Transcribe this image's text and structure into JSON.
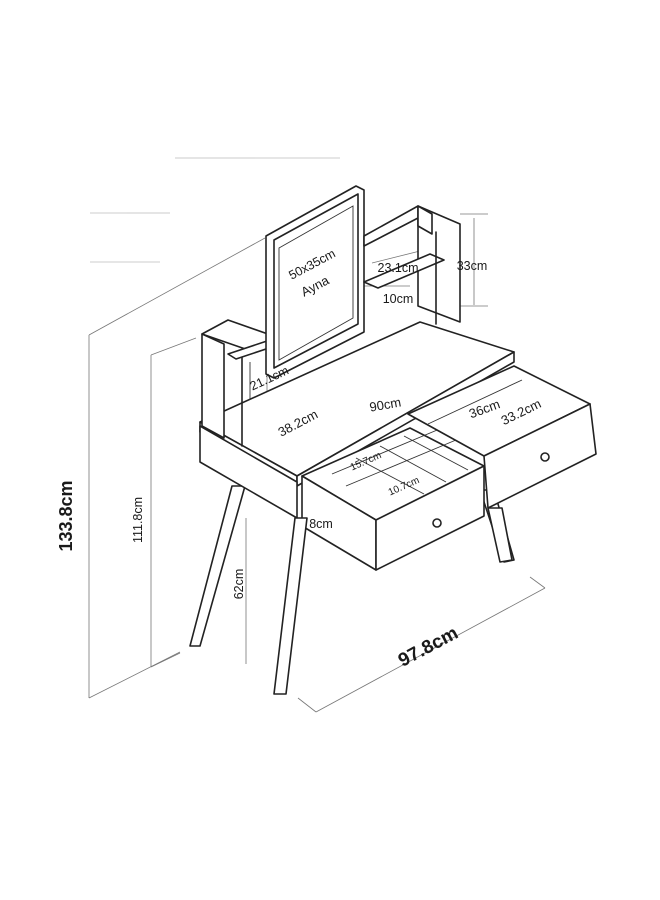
{
  "labels": {
    "mirror_size": "50x35cm",
    "mirror_name": "Ayna",
    "shelf_width": "23.1cm",
    "shelf_depth": "10cm",
    "upper_height": "33cm",
    "left_shelf": "21.1cm",
    "left_depth": "38.2cm",
    "top_width": "90cm",
    "drawer_right_a": "36cm",
    "drawer_right_b": "33.2cm",
    "compartment_a": "15.7cm",
    "compartment_b": "10.7cm",
    "drawer_height": "8cm",
    "leg_height": "62cm",
    "table_height": "111.8cm",
    "total_height": "133.8cm",
    "total_width": "97.8cm"
  }
}
